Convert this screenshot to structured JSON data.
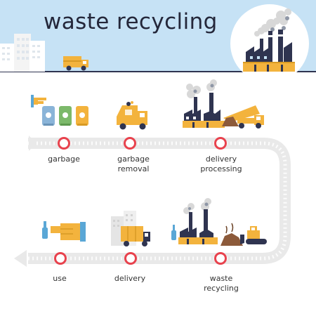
{
  "title": "waste recycling",
  "steps": [
    {
      "id": "garbage",
      "lines": [
        "garbage"
      ]
    },
    {
      "id": "garbage-removal",
      "lines": [
        "garbage",
        "removal"
      ]
    },
    {
      "id": "delivery-processing",
      "lines": [
        "delivery",
        "processing"
      ]
    },
    {
      "id": "use",
      "lines": [
        "use"
      ]
    },
    {
      "id": "delivery",
      "lines": [
        "delivery"
      ]
    },
    {
      "id": "waste-recycling",
      "lines": [
        "waste",
        "recycling"
      ]
    }
  ],
  "icons": [
    "city-buildings-icon",
    "garbage-truck-icon",
    "recycling-plant-icon",
    "hand-throwing-icon",
    "sorting-bins-icon",
    "dump-truck-icon",
    "bottle-icon",
    "hand-icon",
    "delivery-truck-icon",
    "bulldozer-icon",
    "waste-pile-icon",
    "step-marker-icon",
    "flow-arrow-icon"
  ],
  "colors": {
    "sky": "#c6e2f5",
    "title": "#24273a",
    "factory": "#f3b33d",
    "factory_dark": "#2f3450",
    "track": "#e9e9e9",
    "track_stripe": "#ffffff",
    "marker": "#e8424d",
    "bin_blue": "#8ab4d8",
    "bin_green": "#7cb96a",
    "bin_yellow": "#f3b33d",
    "bottle": "#5aa7d6",
    "skin": "#f3b33d",
    "soil": "#8c5a3a"
  }
}
